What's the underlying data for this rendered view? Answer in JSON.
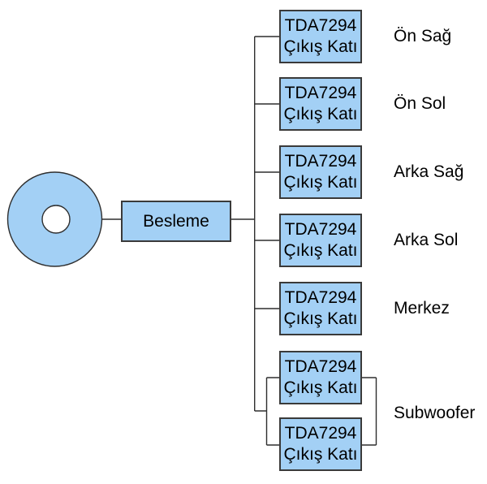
{
  "colors": {
    "background": "#ffffff",
    "box_fill": "#a3d0f5",
    "box_border": "#3a3a3a",
    "line_color": "#2e2e2e",
    "text_color": "#000000"
  },
  "source_symbol": {
    "icon": "toroidal-transformer-icon"
  },
  "besleme": {
    "label": "Besleme"
  },
  "amps": [
    {
      "line1": "TDA7294",
      "line2": "Çıkış Katı"
    },
    {
      "line1": "TDA7294",
      "line2": "Çıkış Katı"
    },
    {
      "line1": "TDA7294",
      "line2": "Çıkış Katı"
    },
    {
      "line1": "TDA7294",
      "line2": "Çıkış Katı"
    },
    {
      "line1": "TDA7294",
      "line2": "Çıkış Katı"
    },
    {
      "line1": "TDA7294",
      "line2": "Çıkış Katı"
    },
    {
      "line1": "TDA7294",
      "line2": "Çıkış Katı"
    }
  ],
  "channels": [
    "Ön Sağ",
    "Ön Sol",
    "Arka Sağ",
    "Arka Sol",
    "Merkez",
    "Subwoofer"
  ]
}
